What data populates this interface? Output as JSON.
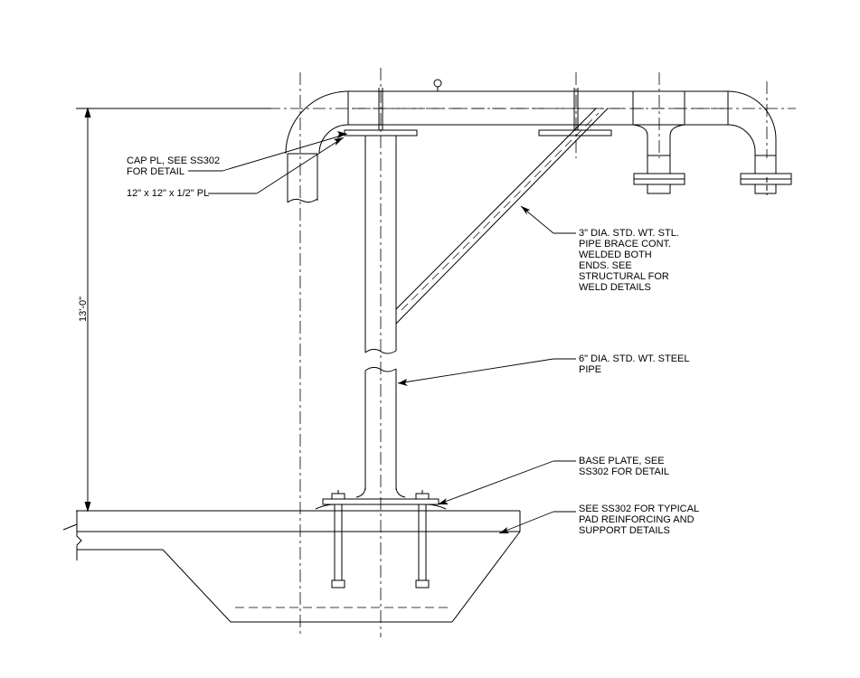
{
  "notes": {
    "cap_plate": "CAP PL, SEE SS302\nFOR DETAIL",
    "plate_size": "12\" x 12\" x 1/2\" PL",
    "brace": "3\" DIA. STD. WT. STL.\nPIPE BRACE CONT.\nWELDED BOTH\nENDS. SEE\nSTRUCTURAL FOR\nWELD DETAILS",
    "column": "6\" DIA. STD. WT. STEEL\nPIPE",
    "base_plate": "BASE PLATE, SEE\nSS302 FOR DETAIL",
    "pad": "SEE SS302 FOR TYPICAL\nPAD REINFORCING AND\nSUPPORT DETAILS"
  },
  "dimension": {
    "height": "13'-0\""
  },
  "colors": {
    "line": "#000000",
    "background": "#ffffff"
  }
}
